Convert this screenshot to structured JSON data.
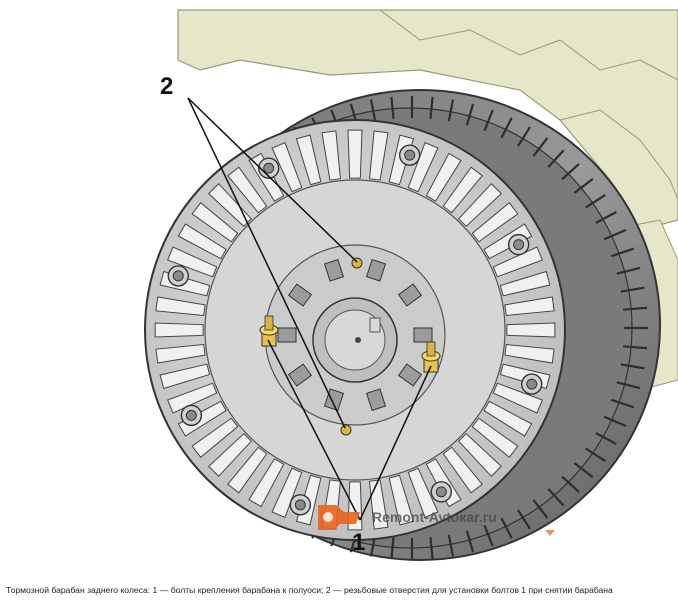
{
  "figure": {
    "callouts": {
      "label_1": "1",
      "label_2": "2"
    },
    "watermark": {
      "text": "Remont-Avtoкar.ru"
    },
    "caption": "Тормозной барабан заднего колеса: 1 — болты крепления барабана к полуоси; 2 — резьбовые отверстия для установки болтов 1 при снятии барабана"
  },
  "colors": {
    "drum_face": "#cfcfcf",
    "drum_rim": "#8a8a8a",
    "suspension_background": "#e6e6c8",
    "bolt_yellow": "#e8c44a",
    "watermark_orange": "#e8641e"
  }
}
